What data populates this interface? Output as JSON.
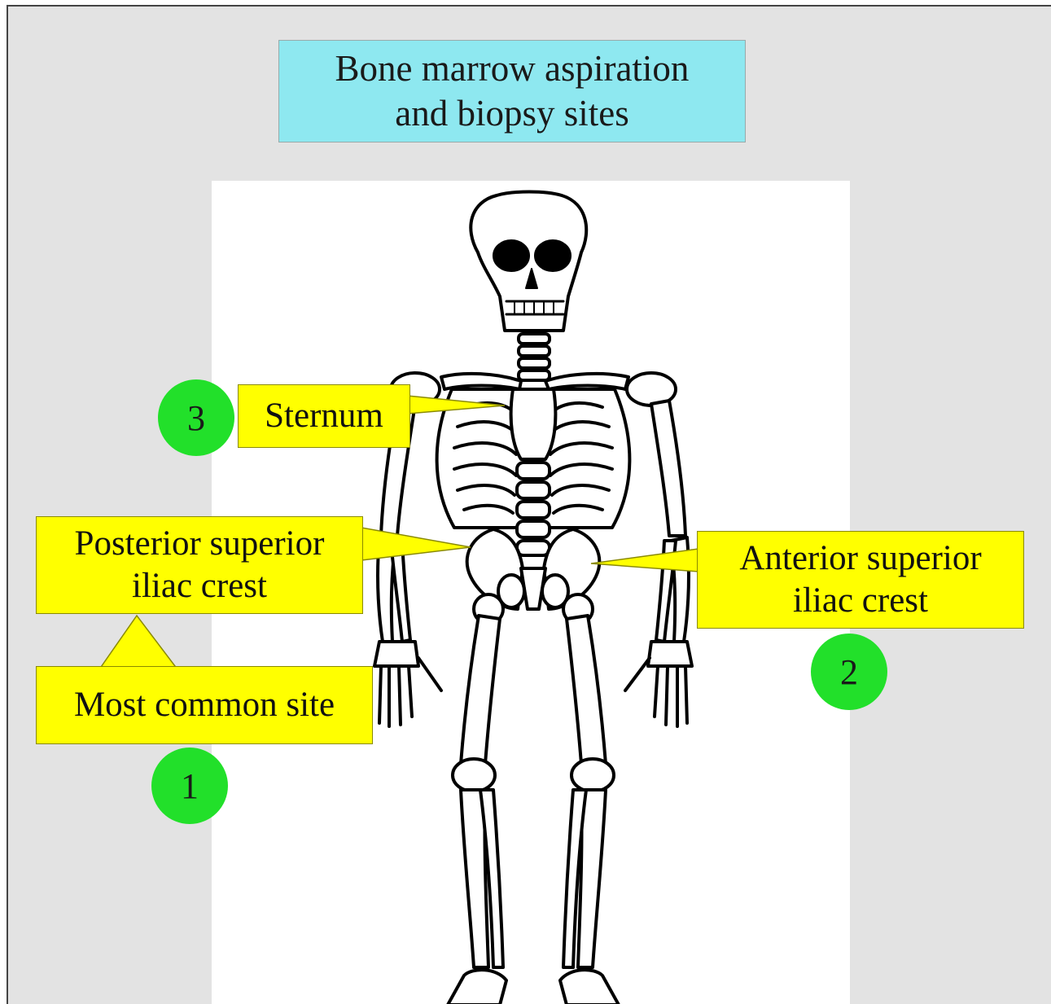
{
  "title": {
    "line1": "Bone marrow aspiration",
    "line2": "and biopsy sites"
  },
  "labels": {
    "sternum": "Sternum",
    "posterior_line1": "Posterior superior",
    "posterior_line2": "iliac crest",
    "anterior_line1": "Anterior superior",
    "anterior_line2": "iliac crest",
    "most_common": "Most common site"
  },
  "badges": {
    "posterior": "1",
    "anterior": "2",
    "sternum": "3"
  },
  "colors": {
    "title_bg": "#8ee8f0",
    "label_bg": "#ffff00",
    "badge_bg": "#22e02a",
    "frame_bg": "#e3e3e3"
  }
}
